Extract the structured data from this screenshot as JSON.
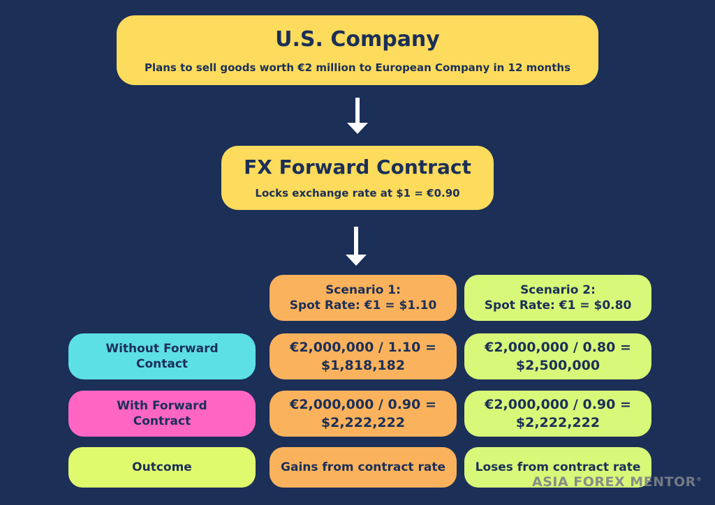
{
  "top_box": {
    "title": "U.S. Company",
    "subtitle": "Plans to sell goods worth €2 million to European Company in 12 months"
  },
  "mid_box": {
    "title": "FX Forward Contract",
    "subtitle": "Locks exchange rate at $1 = €0.90"
  },
  "scenarios": [
    {
      "line1": "Scenario 1:",
      "line2": "Spot Rate: €1 = $1.10",
      "color": "#fbb25c"
    },
    {
      "line1": "Scenario 2:",
      "line2": "Spot Rate: €1 = $0.80",
      "color": "#d8f879"
    }
  ],
  "rows": [
    {
      "label": {
        "line1": "Without Forward",
        "line2": "Contact",
        "color": "#5ce0e6"
      },
      "values": [
        {
          "line1": "€2,000,000 / 1.10 =",
          "line2": "$1,818,182"
        },
        {
          "line1": "€2,000,000 / 0.80 =",
          "line2": "$2,500,000"
        }
      ]
    },
    {
      "label": {
        "line1": "With Forward",
        "line2": "Contract",
        "color": "#ff66c4"
      },
      "values": [
        {
          "line1": "€2,000,000 / 0.90 =",
          "line2": "$2,222,222"
        },
        {
          "line1": "€2,000,000 / 0.90 =",
          "line2": "$2,222,222"
        }
      ]
    },
    {
      "label": {
        "line1": "Outcome",
        "color": "#e0fa6e"
      },
      "values": [
        {
          "line1": "Gains from contract rate"
        },
        {
          "line1": "Loses from contract rate"
        }
      ]
    }
  ],
  "watermark": "ASIA FOREX MENTOR",
  "background_color": "#1b2f57",
  "text_color": "#1b2f57"
}
